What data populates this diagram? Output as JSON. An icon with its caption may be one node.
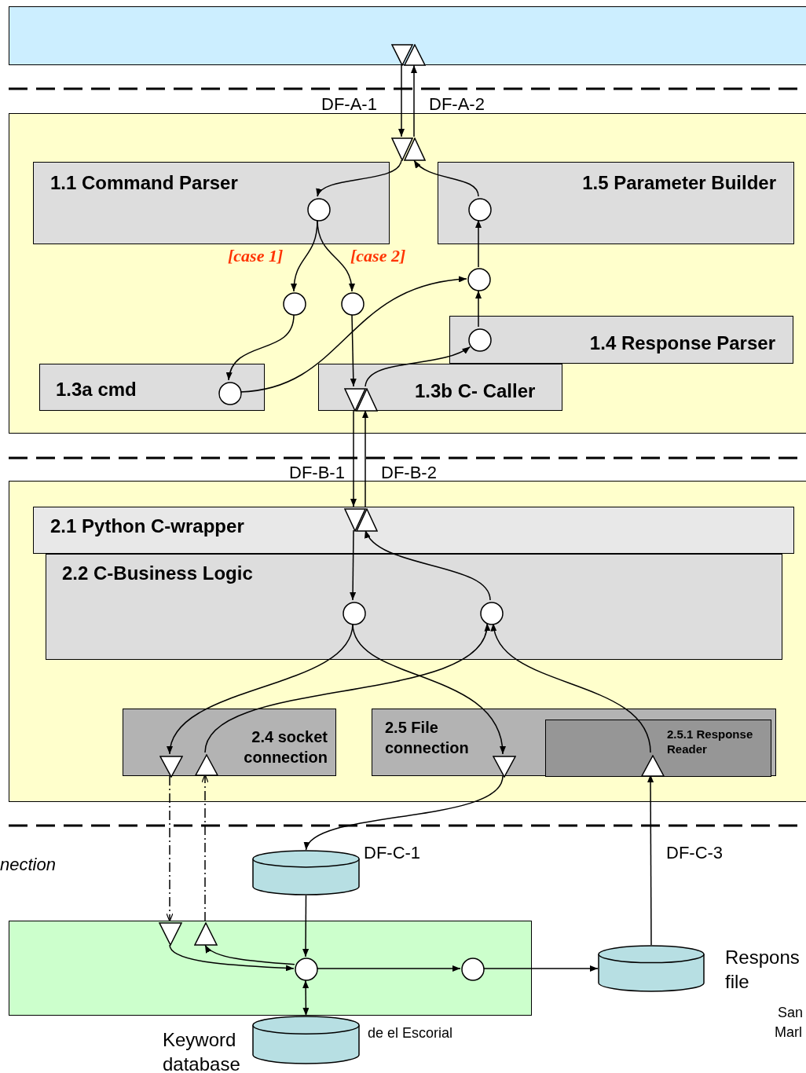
{
  "diagram": {
    "nodes": [
      {
        "text": [],
        "shape": "box"
      },
      {
        "text": [],
        "shape": "triangle",
        "in": 0
      },
      {
        "text": [],
        "shape": "triangle",
        "in": 0
      },
      {
        "text": [],
        "shape": "box"
      },
      {
        "text": [],
        "shape": "triangle",
        "in": 3
      },
      {
        "text": [],
        "shape": "triangle",
        "in": 3
      },
      {
        "text": [
          "1.1 Command Parser"
        ],
        "in": 3
      },
      {
        "text": [],
        "shape": "circle",
        "in": 6
      },
      {
        "text": [
          "1.5 Parameter Builder"
        ],
        "in": 3
      },
      {
        "text": [],
        "shape": "circle",
        "in": 8
      },
      {
        "text": [],
        "shape": "circle",
        "in": 3
      },
      {
        "text": [],
        "shape": "circle",
        "in": 3
      },
      {
        "text": [],
        "shape": "circle",
        "in": 3
      },
      {
        "text": [
          "1.4 Response Parser"
        ],
        "in": 3
      },
      {
        "text": [],
        "shape": "circle",
        "in": 13
      },
      {
        "text": [
          "1.3a cmd"
        ],
        "in": 3
      },
      {
        "text": [],
        "shape": "circle",
        "in": 15
      },
      {
        "text": [
          "1.3b C- Caller"
        ],
        "in": 3
      },
      {
        "text": [],
        "shape": "triangle",
        "in": 17
      },
      {
        "text": [],
        "shape": "triangle",
        "in": 17
      },
      {
        "text": [],
        "shape": "box"
      },
      {
        "text": [
          "2.1 Python C-wrapper"
        ],
        "in": 20
      },
      {
        "text": [],
        "shape": "triangle",
        "in": 21
      },
      {
        "text": [],
        "shape": "triangle",
        "in": 21
      },
      {
        "text": [
          "2.2 C-Business Logic"
        ],
        "in": 20
      },
      {
        "text": [],
        "shape": "circle",
        "in": 24
      },
      {
        "text": [],
        "shape": "circle",
        "in": 24
      },
      {
        "text": [
          "2.4 socket connection"
        ],
        "in": 20
      },
      {
        "text": [],
        "shape": "triangle",
        "in": 27
      },
      {
        "text": [],
        "shape": "triangle",
        "in": 27
      },
      {
        "text": [
          "2.5 File connection"
        ],
        "in": 20
      },
      {
        "text": [],
        "shape": "triangle",
        "in": 30
      },
      {
        "text": [
          "2.5.1 Response Reader"
        ],
        "in": 30
      },
      {
        "text": [],
        "shape": "triangle",
        "in": 32
      },
      {
        "text": [],
        "shape": "cylinder"
      },
      {
        "text": [],
        "shape": "box"
      },
      {
        "text": [],
        "shape": "triangle",
        "in": 35
      },
      {
        "text": [],
        "shape": "triangle",
        "in": 35
      },
      {
        "text": [],
        "shape": "circle",
        "in": 35
      },
      {
        "text": [],
        "shape": "circle",
        "in": 35
      },
      {
        "text": [],
        "shape": "cylinder",
        "beside": [
          "Respons file"
        ]
      },
      {
        "text": [],
        "shape": "cylinder",
        "beside": [
          "Keyword database"
        ]
      }
    ],
    "edges": [
      {
        "from": 1,
        "to": 4,
        "arrow": "to",
        "label": "DF-A-1"
      },
      {
        "from": 5,
        "to": 2,
        "arrow": "to",
        "label": "DF-A-2"
      },
      {
        "from": 4,
        "to": 7,
        "arrow": "to"
      },
      {
        "from": 9,
        "to": 5,
        "arrow": "to"
      },
      {
        "from": 7,
        "to": 10,
        "arrow": "to",
        "label": "[case 1]"
      },
      {
        "from": 7,
        "to": 11,
        "arrow": "to",
        "label": "[case 2]"
      },
      {
        "from": 10,
        "to": 16,
        "arrow": "to"
      },
      {
        "from": 11,
        "to": 18,
        "arrow": "to"
      },
      {
        "from": 16,
        "to": 12,
        "arrow": "to"
      },
      {
        "from": 19,
        "to": 14,
        "arrow": "to"
      },
      {
        "from": 14,
        "to": 12,
        "arrow": "to"
      },
      {
        "from": 12,
        "to": 9,
        "arrow": "to"
      },
      {
        "from": 18,
        "to": 22,
        "arrow": "to",
        "label": "DF-B-1"
      },
      {
        "from": 23,
        "to": 19,
        "arrow": "to",
        "label": "DF-B-2"
      },
      {
        "from": 22,
        "to": 25,
        "arrow": "to"
      },
      {
        "from": 26,
        "to": 23,
        "arrow": "to"
      },
      {
        "from": 25,
        "to": 28,
        "arrow": "to"
      },
      {
        "from": 29,
        "to": 26,
        "arrow": "to"
      },
      {
        "from": 25,
        "to": 31,
        "arrow": "to"
      },
      {
        "from": 33,
        "to": 26,
        "arrow": "to"
      },
      {
        "from": 31,
        "to": 34,
        "arrow": "to",
        "label": "DF-C-1"
      },
      {
        "from": 28,
        "to": 36,
        "arrow": "to",
        "style": "dashed"
      },
      {
        "from": 37,
        "to": 29,
        "arrow": "to",
        "style": "dashed"
      },
      {
        "from": 36,
        "to": 38,
        "arrow": "to"
      },
      {
        "from": 38,
        "to": 37,
        "arrow": "to"
      },
      {
        "from": 34,
        "to": 38,
        "arrow": "to"
      },
      {
        "from": 38,
        "to": 39,
        "arrow": "to"
      },
      {
        "from": 39,
        "to": 40,
        "arrow": "to"
      },
      {
        "from": 38,
        "to": 41,
        "arrow": "both"
      },
      {
        "from": 40,
        "to": 33,
        "arrow": "to",
        "label": "DF-C-3"
      }
    ],
    "labels": [
      "nection",
      "de el Escorial",
      "San",
      "Marl"
    ]
  }
}
